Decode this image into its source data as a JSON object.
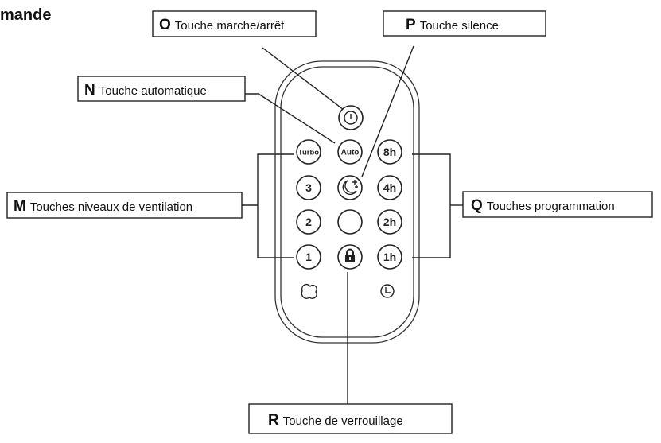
{
  "page": {
    "title_fragment": "mande"
  },
  "buttons": {
    "power": {
      "icon": "power-icon"
    },
    "turbo": "Turbo",
    "auto": "Auto",
    "h8": "8h",
    "lvl3": "3",
    "silence": {
      "icon": "moon-icon"
    },
    "h4": "4h",
    "lvl2": "2",
    "blank": "",
    "h2": "2h",
    "lvl1": "1",
    "lock": {
      "icon": "lock-icon"
    },
    "h1": "1h",
    "fan_indicator": {
      "icon": "fan-icon"
    },
    "timer_indicator": {
      "icon": "clock-icon"
    }
  },
  "callouts": {
    "O": {
      "letter": "O",
      "text": "Touche marche/arrêt"
    },
    "P": {
      "letter": "P",
      "text": "Touche silence"
    },
    "N": {
      "letter": "N",
      "text": "Touche automatique"
    },
    "M": {
      "letter": "M",
      "text": "Touches niveaux de ventilation"
    },
    "Q": {
      "letter": "Q",
      "text": "Touches programmation"
    },
    "R": {
      "letter": "R",
      "text": "Touche de verrouillage"
    }
  },
  "colors": {
    "stroke": "#222222",
    "background": "#ffffff"
  }
}
